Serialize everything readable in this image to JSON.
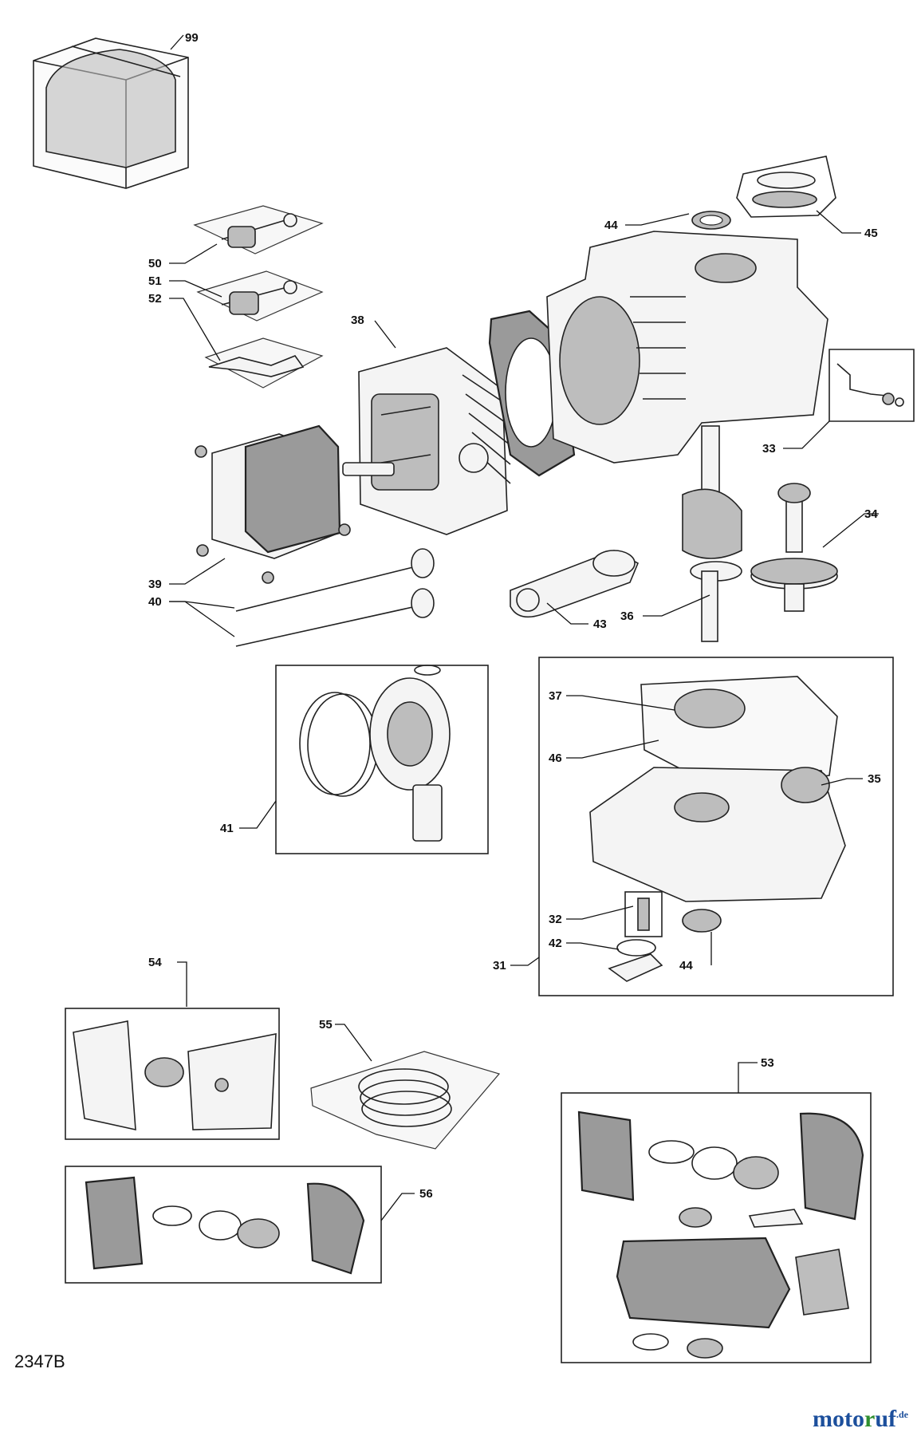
{
  "diagram_code": "2347B",
  "brand": {
    "part_a": "moto",
    "part_b": "r",
    "part_c": "uf",
    "tld": ".de"
  },
  "labels": {
    "p99": "99",
    "p50": "50",
    "p51": "51",
    "p52": "52",
    "p38": "38",
    "p44a": "44",
    "p45": "45",
    "p33": "33",
    "p34": "34",
    "p39": "39",
    "p40": "40",
    "p43": "43",
    "p36": "36",
    "p41": "41",
    "p37": "37",
    "p46": "46",
    "p35": "35",
    "p32": "32",
    "p42": "42",
    "p44b": "44",
    "p31": "31",
    "p54": "54",
    "p55": "55",
    "p53": "53",
    "p56": "56"
  }
}
